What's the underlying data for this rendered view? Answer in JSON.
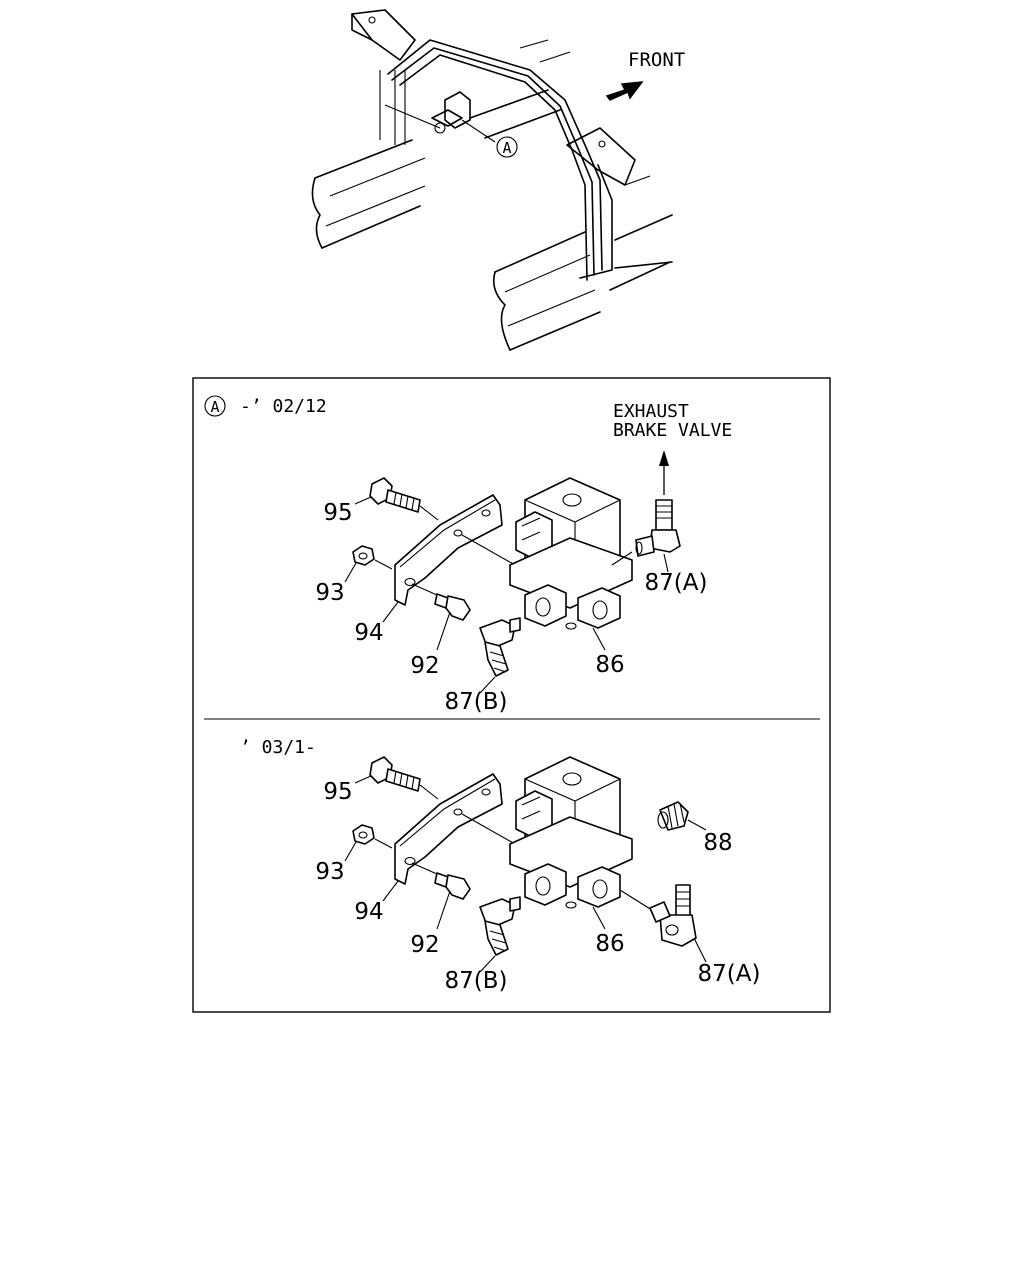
{
  "overview": {
    "front_label": "FRONT",
    "callout_letter": "A"
  },
  "detail_box": {
    "callout_letter": "A",
    "upper": {
      "date_range": "-’ 02/12",
      "exhaust_line1": "EXHAUST",
      "exhaust_line2": "BRAKE VALVE",
      "parts": {
        "p95": "95",
        "p93": "93",
        "p94": "94",
        "p92": "92",
        "p87b": "87(B)",
        "p86": "86",
        "p87a": "87(A)"
      }
    },
    "lower": {
      "date_range": "’ 03/1-",
      "parts": {
        "p95": "95",
        "p93": "93",
        "p94": "94",
        "p92": "92",
        "p87b": "87(B)",
        "p86": "86",
        "p88": "88",
        "p87a": "87(A)"
      }
    }
  }
}
